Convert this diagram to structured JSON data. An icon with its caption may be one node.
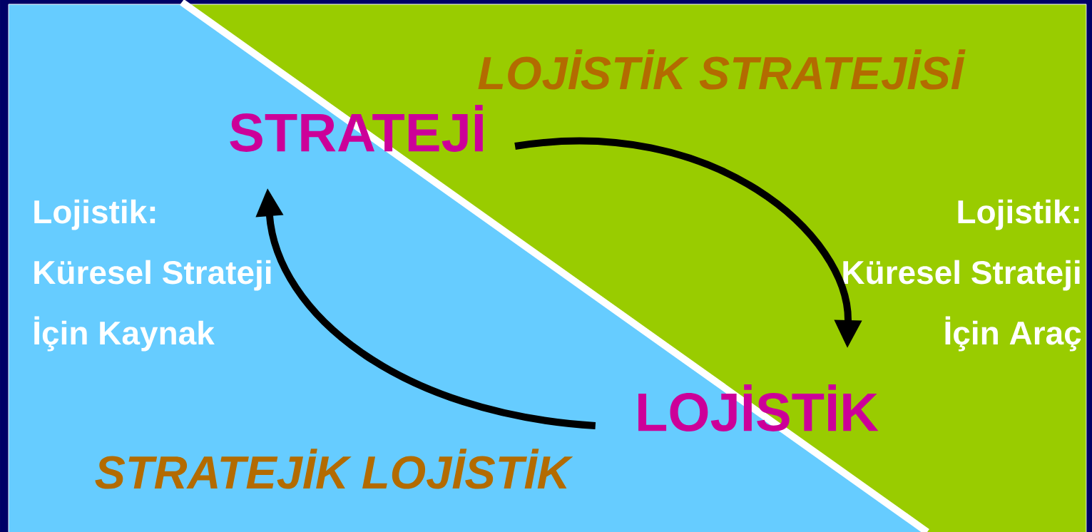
{
  "diagram": {
    "nodes": [
      {
        "text": [
          "STRATEJİ"
        ]
      },
      {
        "text": [
          "LOJİSTİK"
        ]
      }
    ],
    "edges": [
      {
        "from": 0,
        "to": 1,
        "arrow": "to"
      },
      {
        "from": 1,
        "to": 0,
        "arrow": "to"
      }
    ],
    "labels": [
      "LOJİSTİK STRATEJİSİ",
      "Lojistik:",
      "Küresel Strateji",
      "İçin Kaynak",
      "Lojistik:",
      "Küresel Strateji",
      "İçin Araç",
      "STRATEJİK LOJİSTİK"
    ]
  }
}
